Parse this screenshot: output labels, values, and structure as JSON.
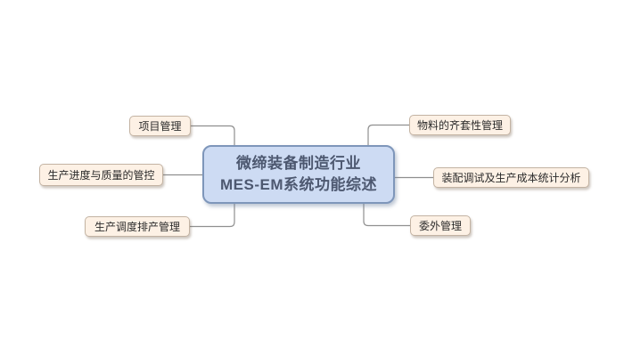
{
  "mindmap": {
    "title": "微缔装备制造行业 MES-EM系统功能综述",
    "root": {
      "line1": "微缔装备制造行业",
      "line2": "MES-EM系统功能综述"
    },
    "branches": [
      {
        "label": "项目管理",
        "side": "left",
        "position": "top"
      },
      {
        "label": "生产进度与质量的管控",
        "side": "left",
        "position": "middle"
      },
      {
        "label": "生产调度排产管理",
        "side": "left",
        "position": "bottom"
      },
      {
        "label": "物料的齐套性管理",
        "side": "right",
        "position": "top"
      },
      {
        "label": "装配调试及生产成本统计分析",
        "side": "right",
        "position": "middle"
      },
      {
        "label": "委外管理",
        "side": "right",
        "position": "bottom"
      }
    ],
    "colors": {
      "root_fill": "#cddbf3",
      "root_border": "#7e96ba",
      "root_text": "#4d5870",
      "branch_fill": "#fdf1e5",
      "branch_border": "#c3b3a3",
      "branch_text": "#2b2b2b",
      "connector": "#8f8f8f",
      "background": "#ffffff"
    }
  }
}
